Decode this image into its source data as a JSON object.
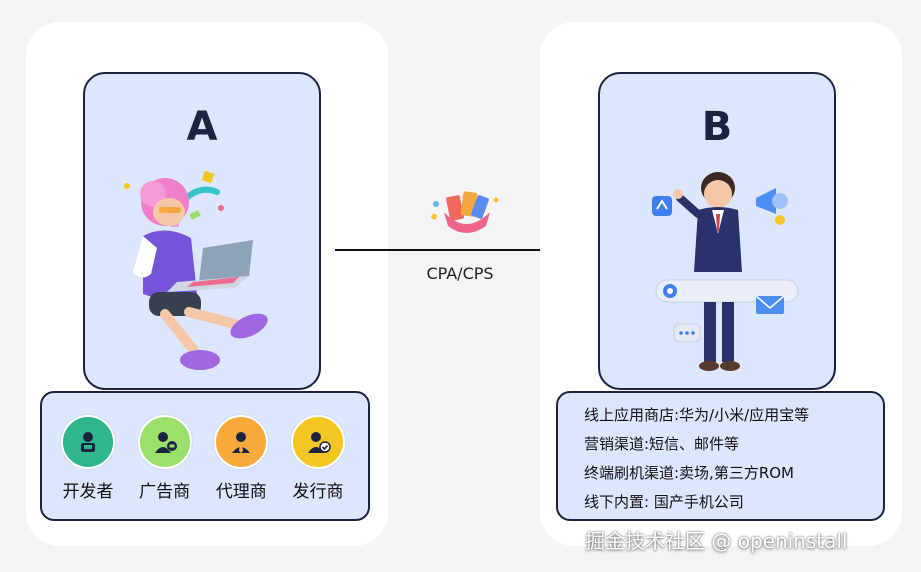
{
  "left": {
    "letter": "A",
    "roles": [
      {
        "label": "开发者",
        "icon": "developer-icon",
        "color": "#2fb68f"
      },
      {
        "label": "广告商",
        "icon": "advertiser-icon",
        "color": "#9be06b"
      },
      {
        "label": "代理商",
        "icon": "agent-icon",
        "color": "#f8a93c"
      },
      {
        "label": "发行商",
        "icon": "publisher-icon",
        "color": "#f4c623"
      }
    ]
  },
  "connector": {
    "label": "CPA/CPS"
  },
  "right": {
    "letter": "B",
    "channels": [
      "线上应用商店:华为/小米/应用宝等",
      "营销渠道:短信、邮件等",
      "终端刷机渠道:卖场,第三方ROM",
      "线下内置: 国产手机公司"
    ]
  },
  "watermark": "掘金技术社区 @ openinstall",
  "colors": {
    "card_fill": "#dde6ff",
    "border": "#1c2340",
    "panel": "#ffffff",
    "background": "#f4f4f6"
  }
}
